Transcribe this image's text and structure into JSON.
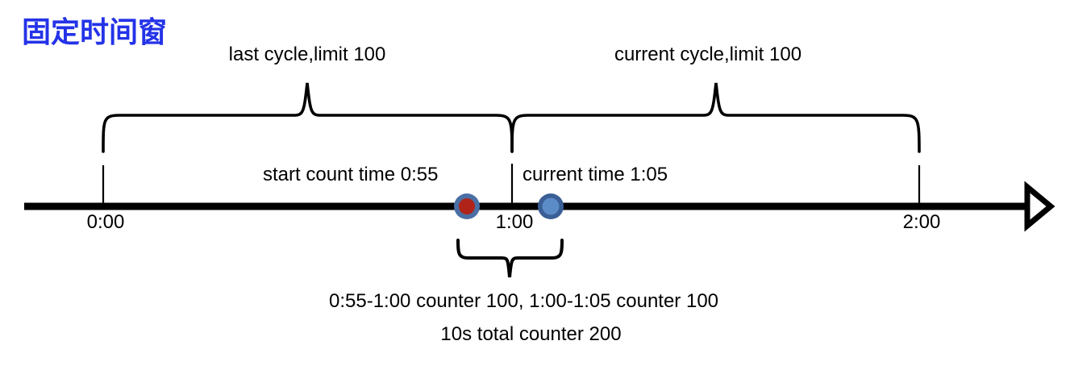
{
  "title": "固定时间窗",
  "colors": {
    "title_blue": "#2433e8",
    "stroke_black": "#000000",
    "marker_red_fill": "#b02318",
    "marker_red_ring": "#4a6fa5",
    "marker_blue_fill": "#5b8cc8",
    "marker_blue_ring": "#3a5f96"
  },
  "braces": {
    "last_cycle_label": "last cycle,limit 100",
    "current_cycle_label": "current cycle,limit 100"
  },
  "annotations": {
    "start_count": "start count time 0:55",
    "current_time": "current time 1:05"
  },
  "axis": {
    "ticks": [
      {
        "label": "0:00",
        "x": 128
      },
      {
        "label": "1:00",
        "x": 635
      },
      {
        "label": "2:00",
        "x": 1140
      }
    ],
    "arrow": "arrow-head-right"
  },
  "markers": [
    {
      "name": "start-count-marker",
      "label": "0:55",
      "x": 579,
      "fill": "#b02318",
      "ring": "#4a6fa5"
    },
    {
      "name": "current-time-marker",
      "label": "1:05",
      "x": 683,
      "fill": "#5b8cc8",
      "ring": "#3a5f96"
    }
  ],
  "footer": {
    "line1": "0:55-1:00 counter 100, 1:00-1:05 counter 100",
    "line2": "10s total counter 200"
  },
  "chart_data": {
    "type": "line",
    "title": "固定时间窗",
    "xlabel": "",
    "ylabel": "",
    "xlim": [
      0,
      125
    ],
    "x_tick_labels": [
      "0:00",
      "1:00",
      "2:00"
    ],
    "x_tick_values": [
      0,
      60,
      120
    ],
    "annotations": [
      "last cycle,limit 100",
      "current cycle,limit 100",
      "start count time 0:55",
      "current time 1:05",
      "0:55-1:00 counter 100, 1:00-1:05 counter 100",
      "10s total counter 200"
    ],
    "events": [
      {
        "label": "start count time",
        "time": "0:55",
        "value": 55,
        "counter": 100
      },
      {
        "label": "current time",
        "time": "1:05",
        "value": 65,
        "counter": 100
      }
    ],
    "windows": [
      {
        "name": "last cycle",
        "start": "0:00",
        "end": "1:00",
        "limit": 100
      },
      {
        "name": "current cycle",
        "start": "1:00",
        "end": "2:00",
        "limit": 100
      }
    ],
    "totals": {
      "span_seconds": 10,
      "total_counter": 200
    }
  }
}
